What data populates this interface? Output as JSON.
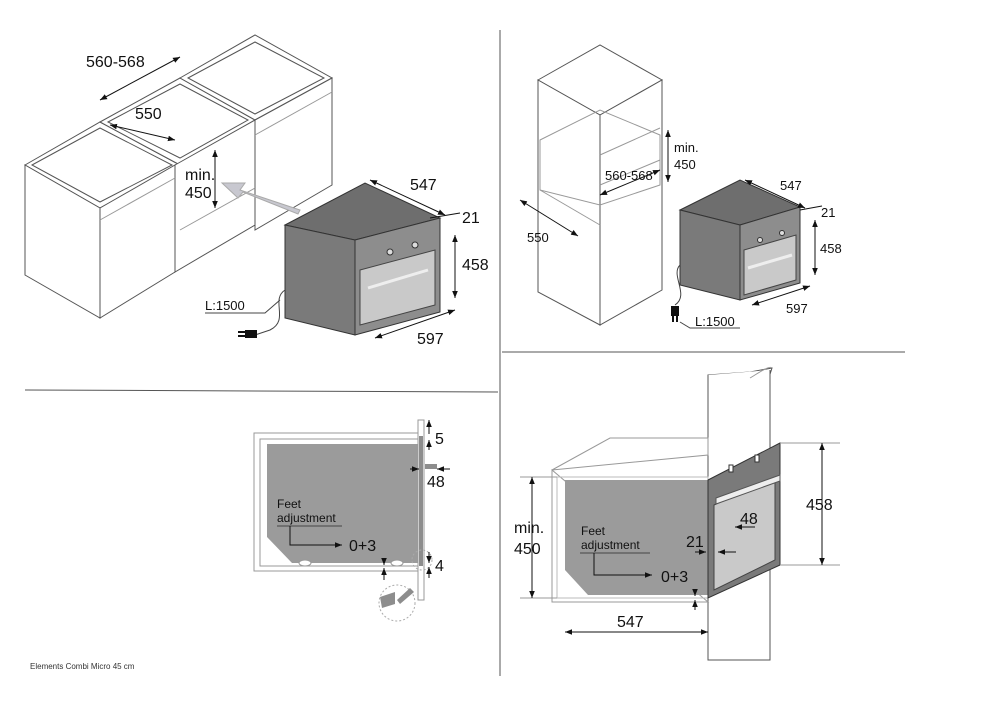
{
  "footer": {
    "product_name": "Elements Combi Micro 45 cm"
  },
  "panel_column_install": {
    "width_range": "560-568",
    "depth": "550",
    "min_height_label": "min.",
    "min_height_value": "450",
    "oven_depth": "547",
    "front_offset": "21",
    "oven_height": "458",
    "oven_width": "597",
    "cable_length": "L:1500"
  },
  "panel_tall_cabinet": {
    "width_range": "560-568",
    "depth": "550",
    "min_height_label": "min.",
    "min_height_value": "450",
    "oven_depth": "547",
    "front_offset": "21",
    "oven_height": "458",
    "oven_width": "597",
    "cable_length": "L:1500"
  },
  "panel_side_section": {
    "top_gap": "5",
    "front_depth": "48",
    "bottom_gap": "4",
    "feet_label_line1": "Feet",
    "feet_label_line2": "adjustment",
    "feet_value": "0+3"
  },
  "panel_perspective_section": {
    "min_height_label": "min.",
    "min_height_value": "450",
    "feet_label_line1": "Feet",
    "feet_label_line2": "adjustment",
    "feet_value": "0+3",
    "front_offset": "21",
    "front_depth": "48",
    "oven_height": "458",
    "oven_depth": "547"
  }
}
